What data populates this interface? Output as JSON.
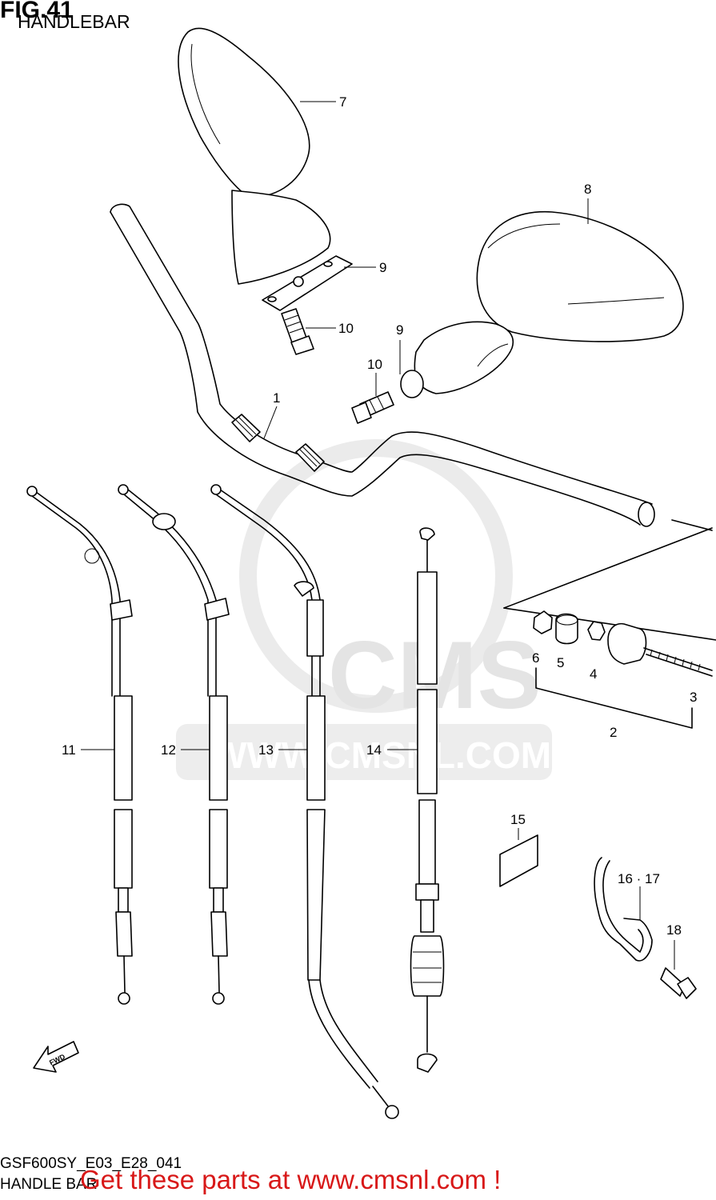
{
  "header": {
    "fig_label": "FIG.41",
    "section_title": "HANDLEBAR"
  },
  "watermark": {
    "brand": "CMS",
    "url": "WWW.CMSNL.COM"
  },
  "footer": {
    "model_code": "GSF600SY_E03_E28_041",
    "model_name": "HANDLE BAR",
    "cta": "Get these parts at www.cmsnl.com !"
  },
  "fwd_arrow_label": "FWD",
  "callouts": {
    "c1": "1",
    "c2": "2",
    "c3": "3",
    "c4": "4",
    "c5": "5",
    "c6": "6",
    "c7": "7",
    "c8": "8",
    "c9a": "9",
    "c9b": "9",
    "c10a": "10",
    "c10b": "10",
    "c11": "11",
    "c12": "12",
    "c13": "13",
    "c14": "14",
    "c15": "15",
    "c16_17": "16 · 17",
    "c18": "18"
  },
  "colors": {
    "line": "#000000",
    "watermark": "#e4e4e4",
    "cta": "#d81818"
  }
}
